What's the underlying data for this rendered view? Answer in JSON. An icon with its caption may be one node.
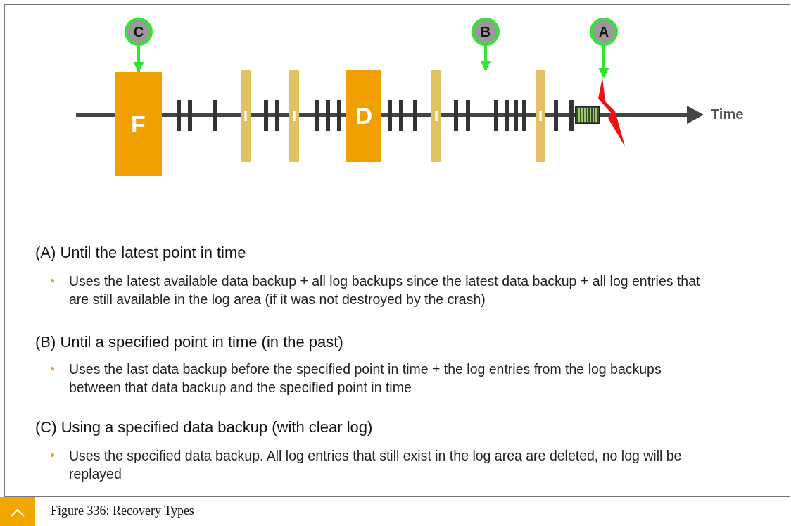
{
  "diagram": {
    "caption": "Figure 336: Recovery Types",
    "nodes": [
      {
        "text": [
          "C"
        ]
      },
      {
        "text": [
          "B"
        ]
      },
      {
        "text": [
          "A"
        ]
      },
      {
        "text": [
          "F"
        ]
      },
      {
        "text": [
          "I"
        ]
      },
      {
        "text": [
          "I"
        ]
      },
      {
        "text": [
          "D"
        ]
      },
      {
        "text": [
          "I"
        ]
      },
      {
        "text": [
          "I"
        ]
      },
      {
        "text": [],
        "shape": "picture"
      }
    ],
    "edges": [
      {
        "from": 0,
        "to": 3,
        "arrow": "to"
      },
      {
        "from": 1,
        "to": null,
        "arrow": "to"
      },
      {
        "from": 2,
        "to": 9,
        "arrow": "to"
      }
    ],
    "labels": [
      "Time",
      "(A) Until the latest point in time",
      "Uses the latest available data backup + all log backups since the latest data backup + all log entries that are still available in the log area (if it was not destroyed by the crash)",
      "(B) Until a specified point in time (in the past)",
      "Uses the last data backup before the specified point in time + the log entries from the log backups between that data backup and the specified point in time",
      "(C) Using a specified data backup (with clear log)",
      "Uses the specified data backup. All log entries that still exist in the log area are deleted, no log will be replayed"
    ]
  }
}
